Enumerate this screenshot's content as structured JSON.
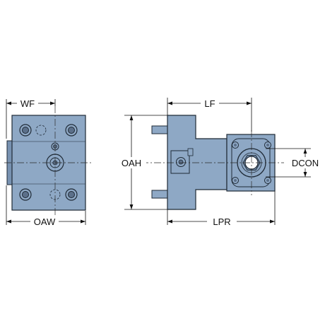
{
  "colors": {
    "steel": "#8ea8c5",
    "steel_dark": "#7892b1",
    "outline": "#1f2a36",
    "centerline": "#2b2b2b",
    "dimension": "#111111",
    "bolt_inner": "#5c708a"
  },
  "dimensions": {
    "wf": "WF",
    "oaw": "OAW",
    "lf": "LF",
    "oah": "OAH",
    "lpr": "LPR",
    "dcon": "DCON"
  }
}
